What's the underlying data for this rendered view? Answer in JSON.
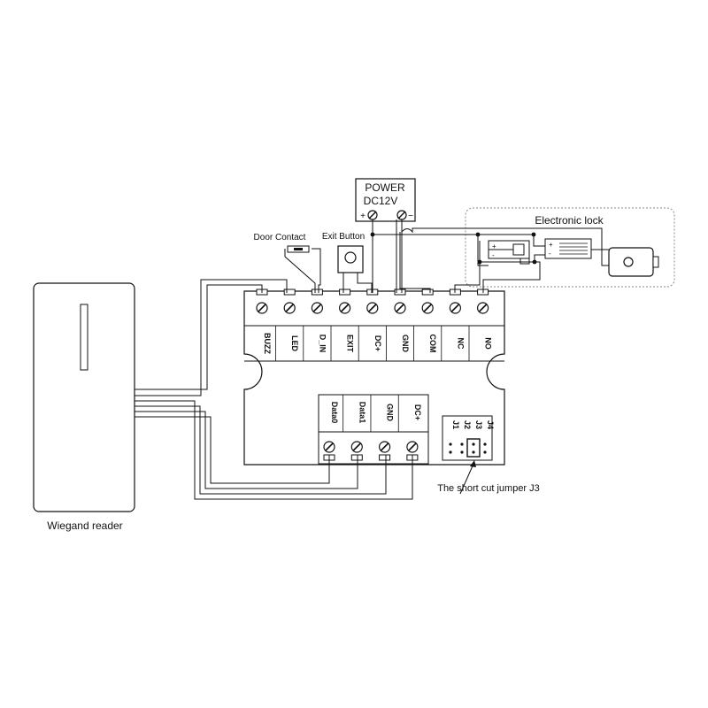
{
  "power": {
    "title": "POWER",
    "voltage": "DC12V",
    "plus": "+",
    "minus": "−"
  },
  "labels": {
    "electronic_lock": "Electronic lock",
    "door_contact": "Door Contact",
    "exit_button": "Exit Button",
    "wiegand_reader": "Wiegand reader",
    "jumper_note": "The short cut jumper J3"
  },
  "terminals_main": [
    "BUZZ",
    "LED",
    "D_IN",
    "EXIT",
    "DC+",
    "GND",
    "COM",
    "NC",
    "NO"
  ],
  "terminals_reader": [
    "Data0",
    "Data1",
    "GND",
    "DC+"
  ],
  "jumpers": [
    "J1",
    "J2",
    "J3",
    "J4"
  ],
  "lock_polarity": {
    "plus": "+",
    "minus": "-"
  },
  "colors": {
    "line": "#111111",
    "background": "#ffffff",
    "dashed_border": "#888888"
  }
}
